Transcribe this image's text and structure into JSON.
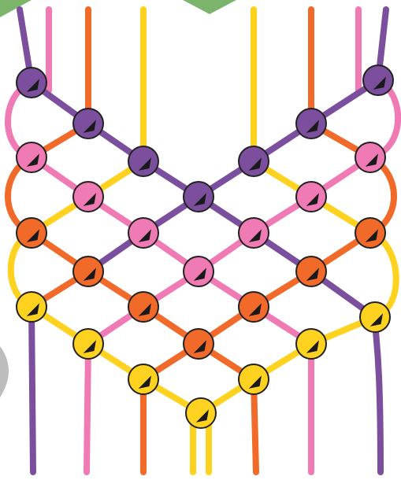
{
  "diagram": {
    "type": "friendship-bracelet-knot-pattern",
    "string_colors": {
      "purple": "#7B4F9E",
      "pink": "#F07AB3",
      "orange": "#F26A2A",
      "yellow": "#FFD21F"
    },
    "accent_green": "#7DB46C",
    "knot_border": "#222222",
    "knot_arrow_color": "#1a1a1a",
    "knot_rows": [
      [
        "purple",
        "purple"
      ],
      [
        "purple",
        "purple"
      ],
      [
        "pink",
        "purple",
        "purple",
        "pink"
      ],
      [
        "pink",
        "purple",
        "pink"
      ],
      [
        "orange",
        "pink",
        "pink",
        "orange"
      ],
      [
        "orange",
        "pink",
        "orange"
      ],
      [
        "yellow",
        "orange",
        "orange",
        "yellow"
      ],
      [
        "yellow",
        "orange",
        "yellow"
      ],
      [
        "yellow",
        "yellow"
      ],
      [
        "yellow"
      ]
    ],
    "top_strings": [
      "purple",
      "pink",
      "orange",
      "yellow",
      "yellow",
      "orange",
      "pink",
      "purple"
    ],
    "bottom_strings": [
      "purple",
      "pink",
      "orange",
      "yellow",
      "yellow",
      "orange",
      "pink",
      "purple"
    ],
    "knot_icon": "triangle-arrow-icon"
  }
}
